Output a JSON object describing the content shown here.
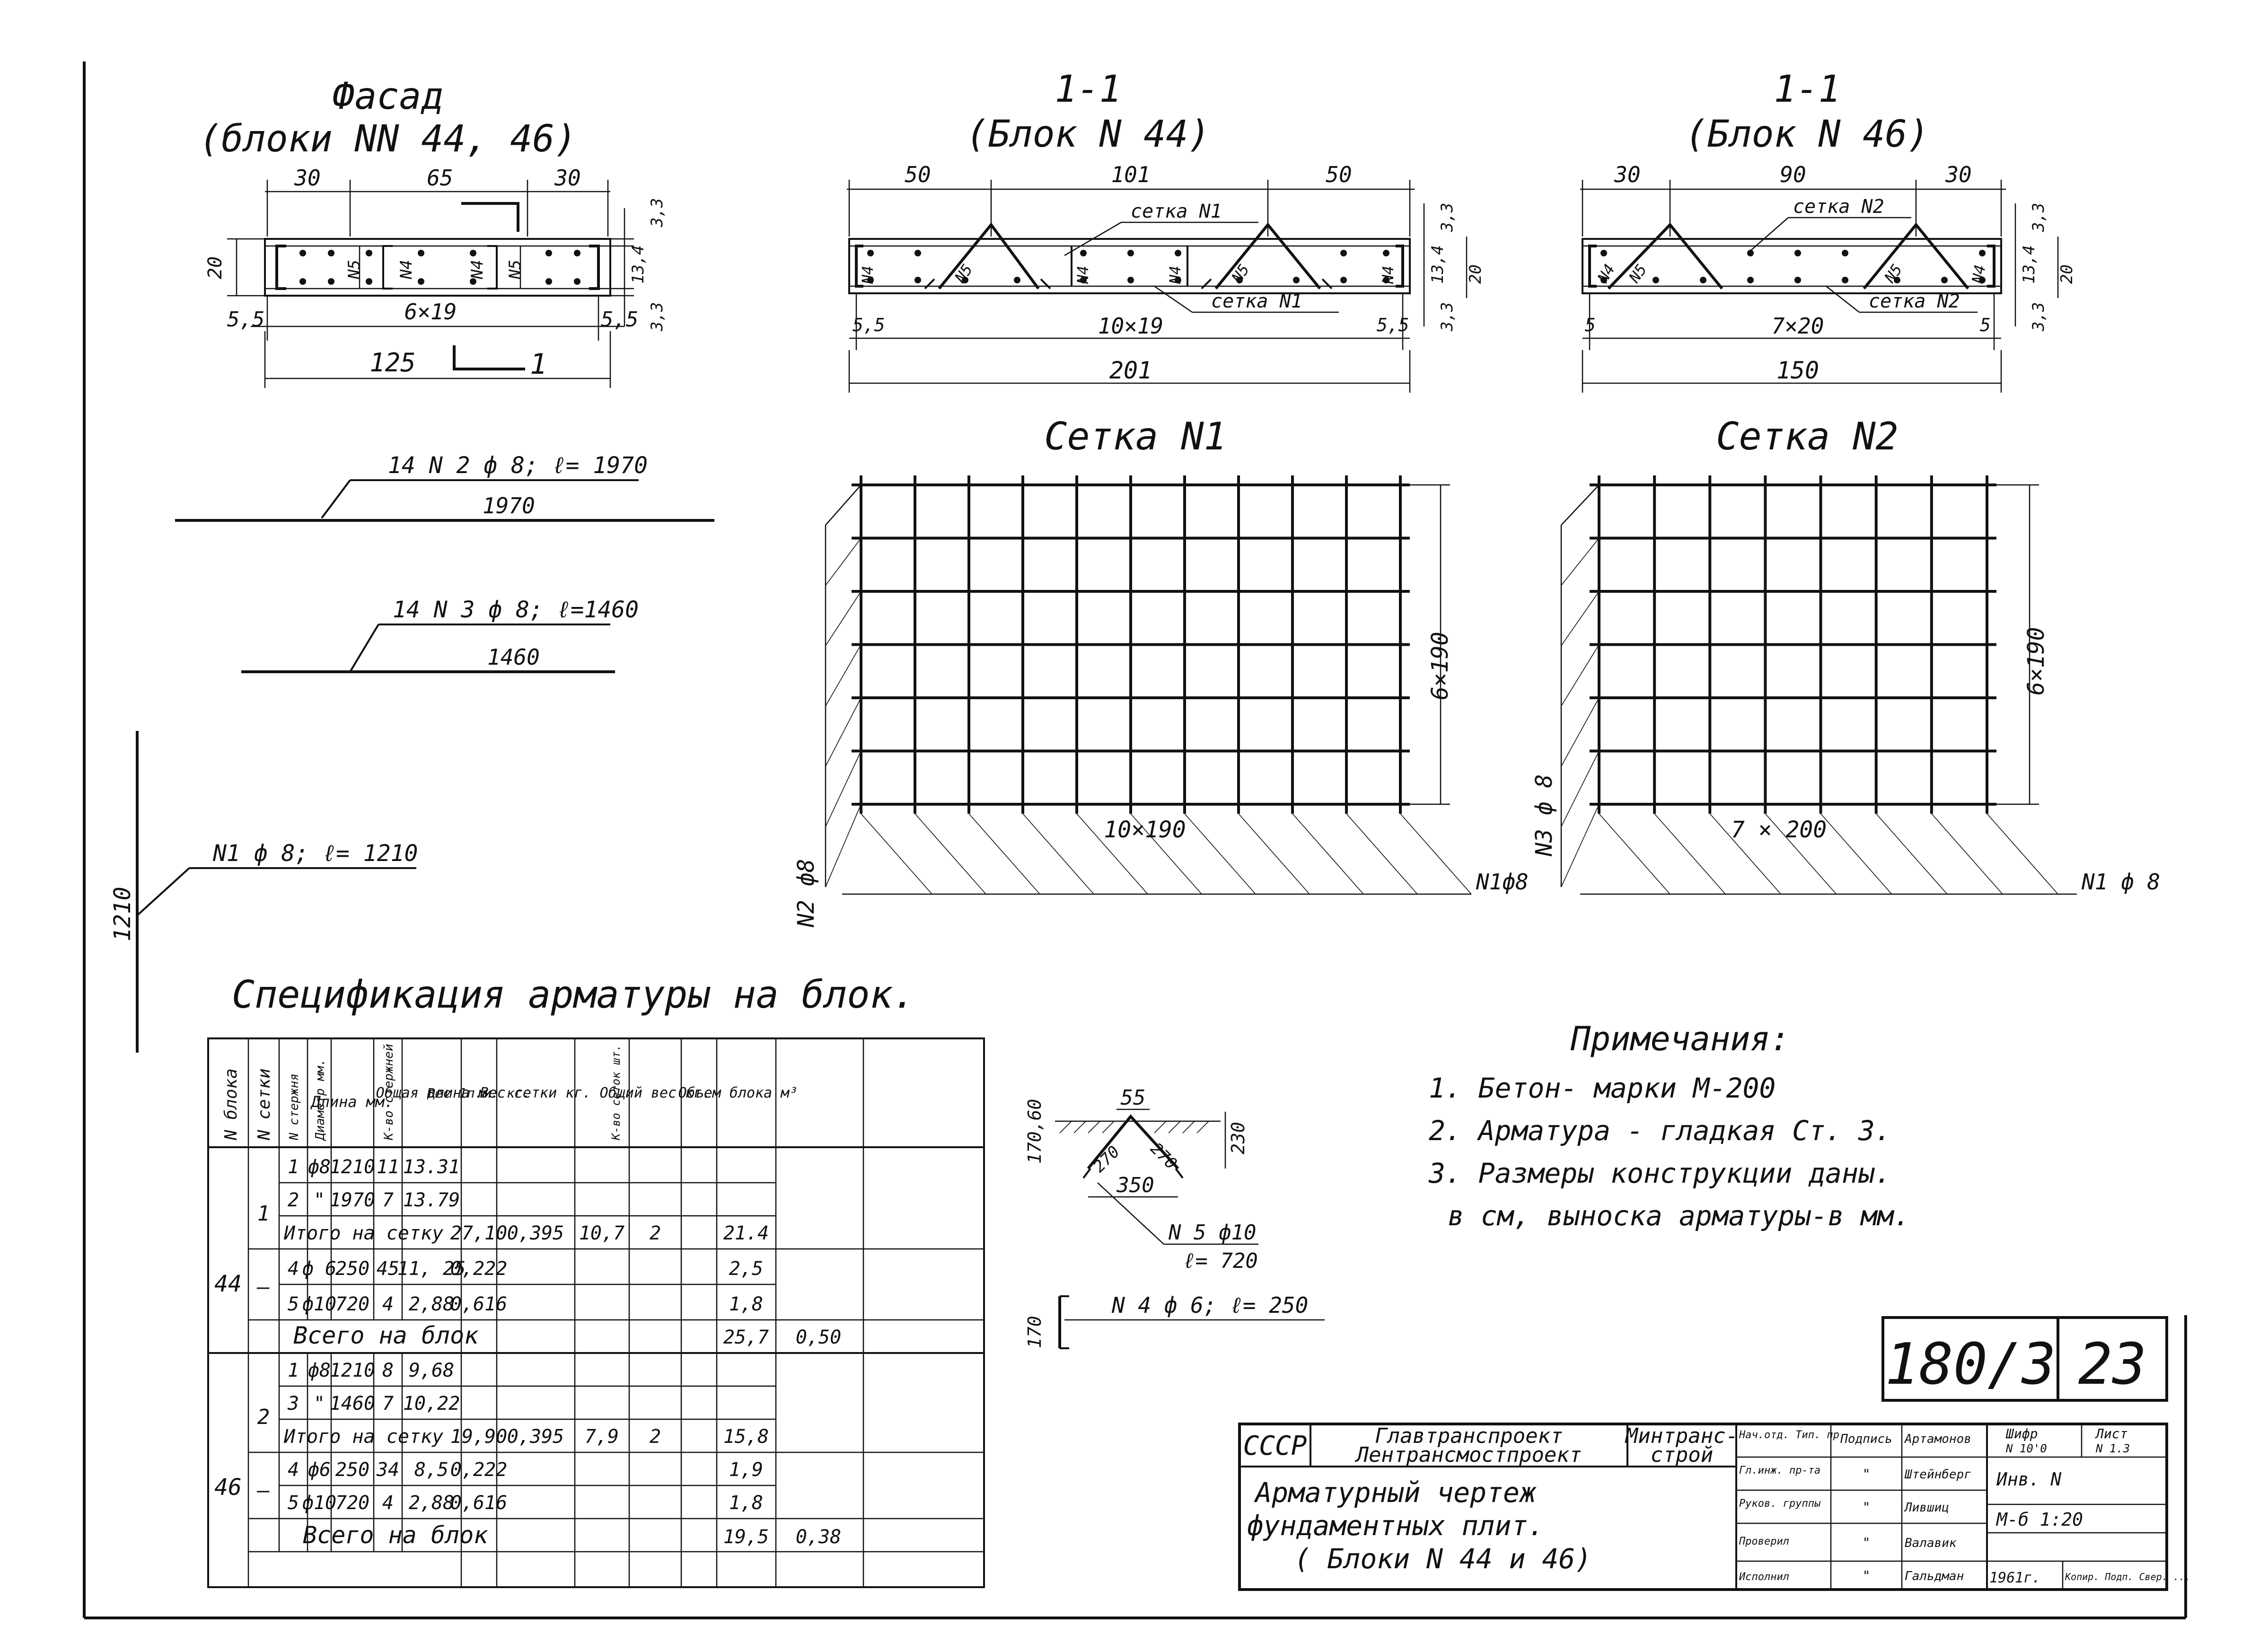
{
  "facade": {
    "title": "Фасад",
    "subtitle": "(блоки NN 44, 46)",
    "dims": {
      "d1": "30",
      "d2": "65",
      "d3": "30",
      "left": "20",
      "bottom_pitch": "6×19",
      "edge_l": "5,5",
      "edge_r": "5,5",
      "total": "125",
      "section_mark": "1",
      "r1": "3,3",
      "r2": "13,4",
      "r3": "3,3"
    },
    "labels": {
      "n5a": "N5",
      "n4a": "N4",
      "n4b": "N4",
      "n5b": "N5"
    }
  },
  "sec44": {
    "title": "1-1",
    "subtitle": "(Блок N 44)",
    "mesh_top": "сетка N1",
    "mesh_bot": "сетка N1",
    "dims": {
      "d1": "50",
      "d2": "101",
      "d3": "50",
      "pitch": "10×19",
      "edge_l": "5,5",
      "edge_r": "5,5",
      "total": "201",
      "r1": "3,3",
      "r2": "13,4",
      "r3": "20",
      "r4": "3,3"
    },
    "labels": {
      "a": "N4",
      "b": "N5",
      "c": "N4",
      "d": "N4",
      "e": "N5",
      "f": "N4"
    }
  },
  "sec46": {
    "title": "1-1",
    "subtitle": "(Блок N 46)",
    "mesh_top": "сетка N2",
    "mesh_bot": "сетка N2",
    "dims": {
      "d1": "30",
      "d2": "90",
      "d3": "30",
      "pitch": "7×20",
      "edge_l": "5",
      "edge_r": "5",
      "total": "150",
      "r1": "3,3",
      "r2": "13,4",
      "r3": "20",
      "r4": "3,3"
    },
    "labels": {
      "a": "N4",
      "b": "N5",
      "c": "N5",
      "d": "N4"
    }
  },
  "bars": {
    "b2": {
      "label": "14 N 2 ф 8; ℓ= 1970",
      "len": "1970"
    },
    "b3": {
      "label": "14 N 3 ф 8; ℓ=1460",
      "len": "1460"
    },
    "b1": {
      "label": "N1 ф 8; ℓ= 1210",
      "len": "1210"
    }
  },
  "mesh1": {
    "title": "Сетка N1",
    "v_pitch": "6×190",
    "h_pitch": "10×190",
    "bar_left": "N2 ф8",
    "bar_right": "N1ф8"
  },
  "mesh2": {
    "title": "Сетка N2",
    "v_pitch": "6×190",
    "h_pitch": "7 × 200",
    "bar_left": "N3 ф 8",
    "bar_right": "N1 ф 8"
  },
  "spec": {
    "title": "Спецификация арматуры на блок.",
    "headers": [
      "N блока",
      "N сетки",
      "N стержня",
      "Диаметр мм.",
      "Длина мм.",
      "К-во стержней",
      "Общая длина м",
      "Вес 1п.м. кг.",
      "Вес сетки кг.",
      "К-во сеток шт.",
      "Общий вес кг.",
      "Объем блока м³"
    ],
    "block44": {
      "no": "44",
      "mesh": "1",
      "dash": "—",
      "r1": [
        "1",
        "ф8",
        "1210",
        "11",
        "13.31"
      ],
      "r2": [
        "2",
        "\"",
        "1970",
        "7",
        "13.79"
      ],
      "total": {
        "label": "Итого на сетку",
        "len": "27,10",
        "w1": "0,395",
        "wm": "10,7",
        "cnt": "2",
        "wt": "21.4"
      },
      "r4": [
        "4",
        "ф 6",
        "250",
        "45",
        "11, 25",
        "0,222",
        "2,5"
      ],
      "r5": [
        "5",
        "ф10",
        "720",
        "4",
        "2,88",
        "0,616",
        "1,8"
      ],
      "all": {
        "label": "Всего на блок",
        "wt": "25,7",
        "vol": "0,50"
      }
    },
    "block46": {
      "no": "46",
      "mesh": "2",
      "dash": "—",
      "r1": [
        "1",
        "ф8",
        "1210",
        "8",
        "9,68"
      ],
      "r2": [
        "3",
        "\"",
        "1460",
        "7",
        "10,22"
      ],
      "total": {
        "label": "Итого на сетку",
        "len": "19,90",
        "w1": "0,395",
        "wm": "7,9",
        "cnt": "2",
        "wt": "15,8"
      },
      "r4": [
        "4",
        "ф6",
        "250",
        "34",
        "8,5",
        "0,222",
        "1,9"
      ],
      "r5": [
        "5",
        "ф10",
        "720",
        "4",
        "2,88",
        "0,616",
        "1,8"
      ],
      "all": {
        "label": "Всего на блок",
        "wt": "19,5",
        "vol": "0,38"
      }
    }
  },
  "detail5": {
    "top": "55",
    "left": "170,60",
    "right": "230",
    "a": "270",
    "b": "270",
    "base": "350",
    "label": "N 5 ф10",
    "len": "ℓ= 720"
  },
  "detail4": {
    "dim": "170",
    "label": "N 4 ф 6; ℓ= 250"
  },
  "notes": {
    "title": "Примечания:",
    "n1": "1. Бетон- марки  М-200",
    "n2": "2. Арматура - гладкая Ст. 3.",
    "n3": "3. Размеры конструкции даны.",
    "n4": "в см, выноска арматуры-в мм."
  },
  "stamp": {
    "code": "180/3",
    "sheet": "23",
    "ussr": "СССР",
    "org1": "Главтранспроект",
    "org2": "Лентрансмостпроект",
    "min1": "Минтранс-",
    "min2": "строй",
    "title1": "Арматурный чертеж",
    "title2": "фундаментных плит.",
    "title3": "( Блоки N 44 и 46)",
    "roles": [
      "Нач.отд. Тип. пр.",
      "Гл.инж. пр-та",
      "Руков. группы",
      "Проверил",
      "Исполнил"
    ],
    "sign_hdr": "Подпись",
    "sign": "\"",
    "names": [
      "Артамонов",
      "Штейнберг",
      "Лившиц",
      "Валавик",
      "Гальдман"
    ],
    "cipher_lbl": "Шифр",
    "cipher_val": "N 10'0",
    "list_lbl": "Лист",
    "list_val": "N 1.3",
    "inv": "Инв. N",
    "scale": "М-б 1:20",
    "year": "1961г.",
    "copy": "Копир. Подп. Свер. ..."
  }
}
